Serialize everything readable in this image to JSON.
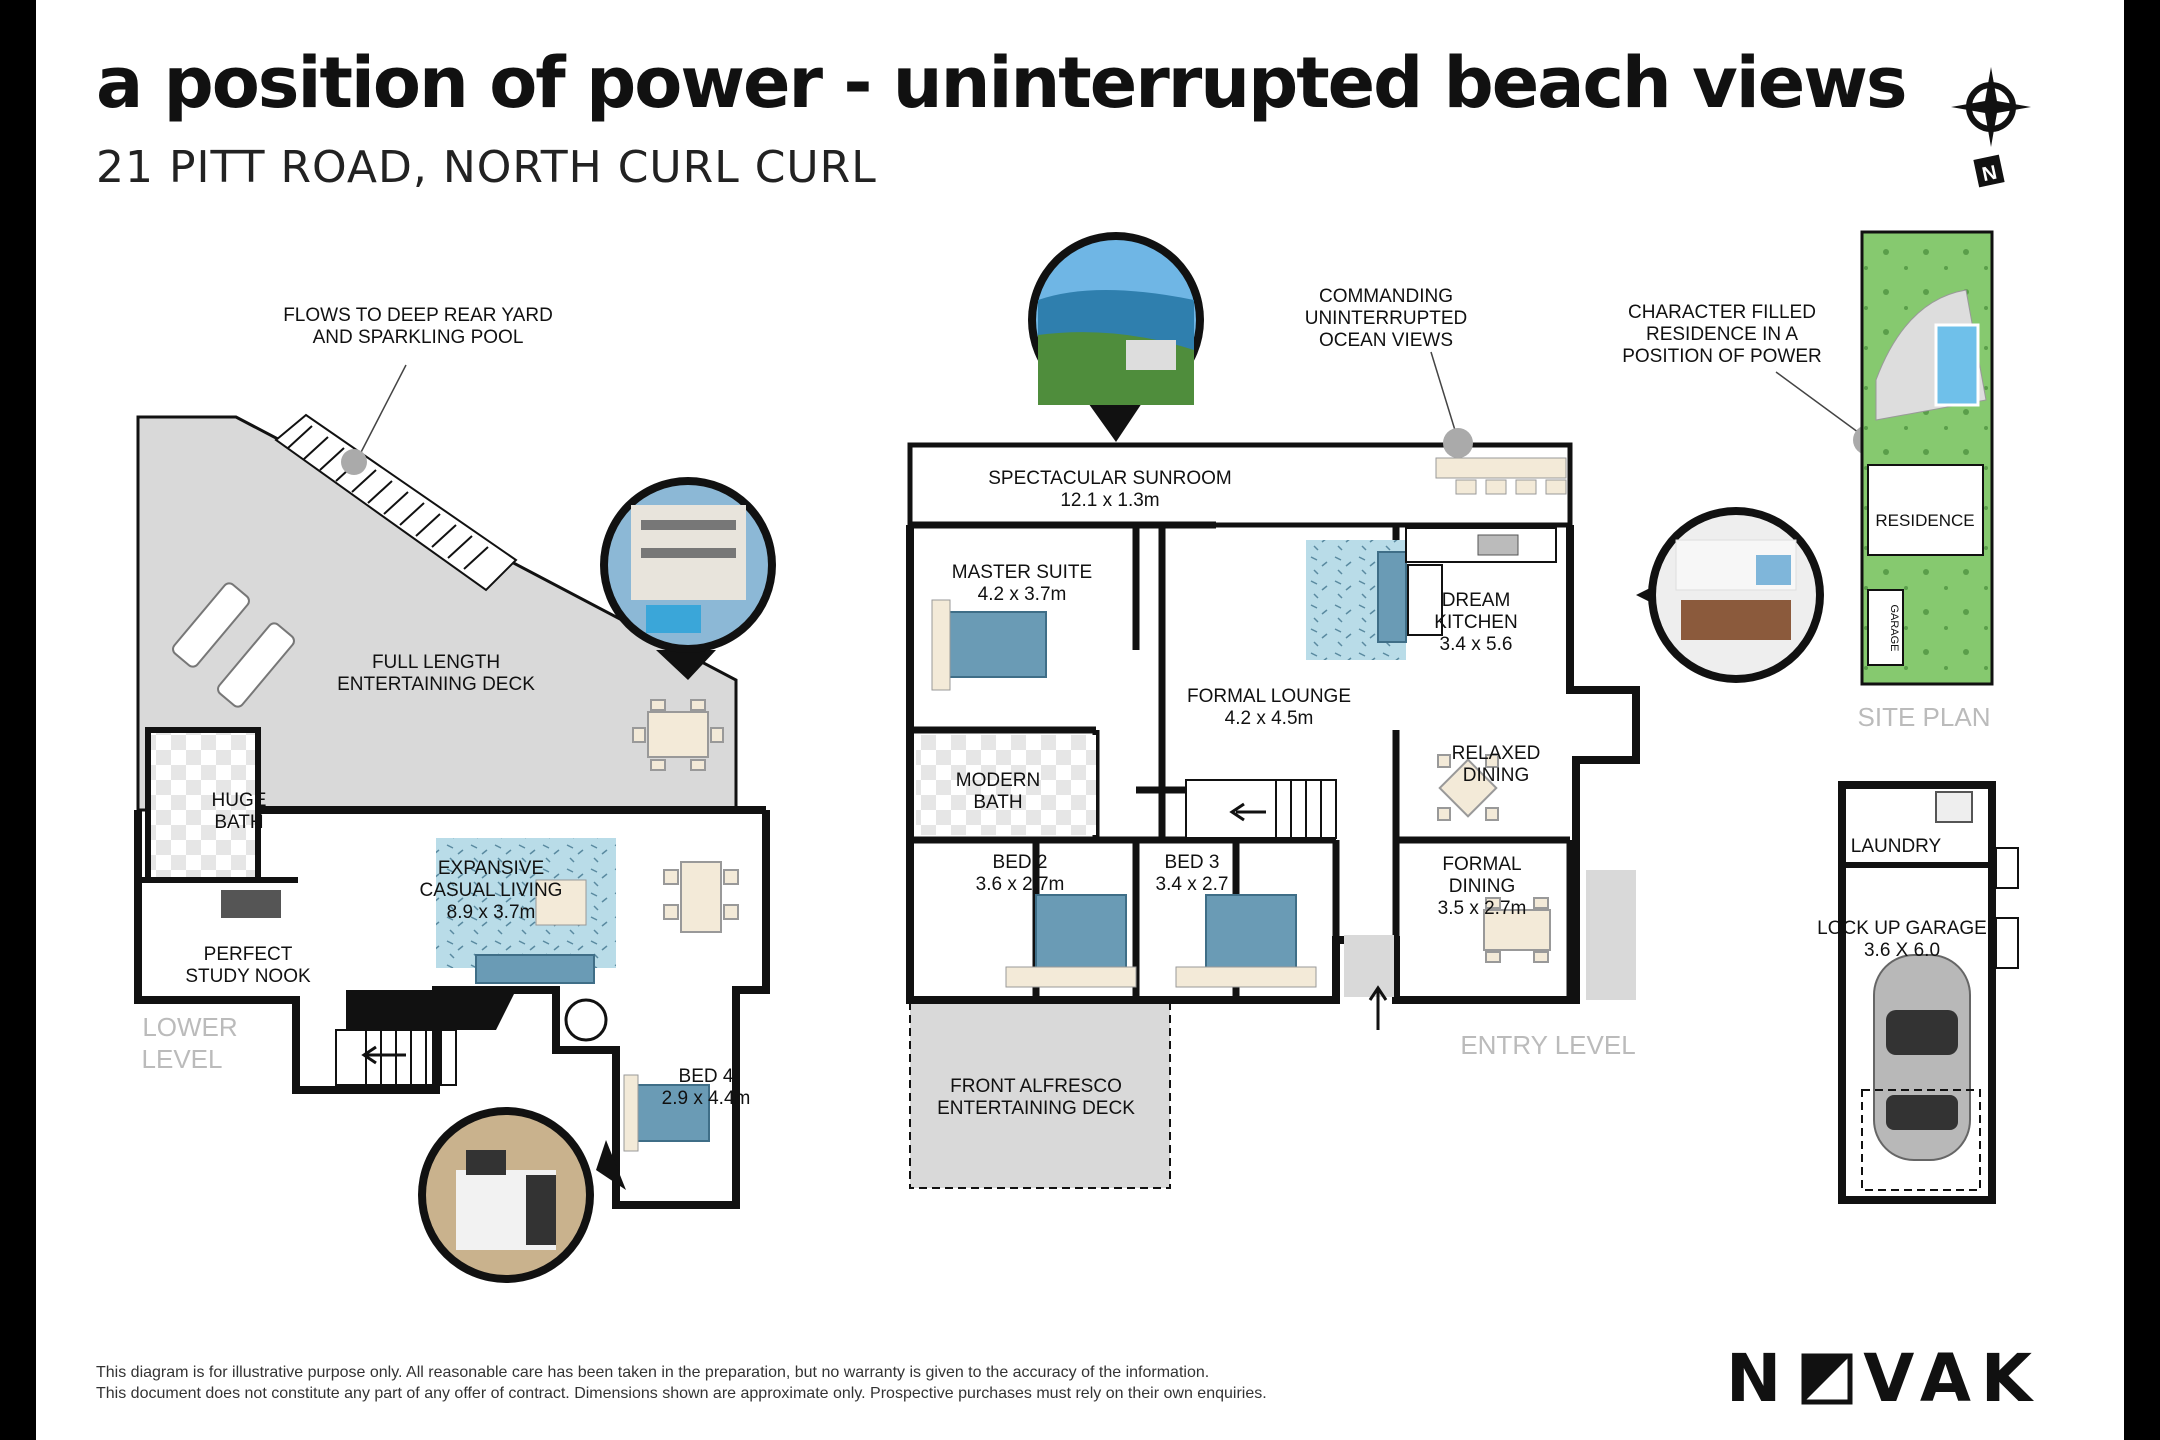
{
  "header": {
    "title": "a position of power - uninterrupted beach views",
    "address": "21 PITT ROAD, NORTH CURL CURL"
  },
  "compass": {
    "label": "N"
  },
  "callouts": {
    "rear_yard": [
      "FLOWS TO DEEP REAR YARD",
      "AND SPARKLING POOL"
    ],
    "ocean_views": [
      "COMMANDING",
      "UNINTERRUPTED",
      "OCEAN VIEWS"
    ],
    "character": [
      "CHARACTER FILLED",
      "RESIDENCE IN A",
      "POSITION OF POWER"
    ]
  },
  "lower_level": {
    "label": [
      "LOWER",
      "LEVEL"
    ],
    "rooms": {
      "deck": [
        "FULL LENGTH",
        "ENTERTAINING DECK"
      ],
      "bath": [
        "HUGE",
        "BATH"
      ],
      "living": [
        "EXPANSIVE",
        "CASUAL LIVING",
        "8.9 x 3.7m"
      ],
      "study": [
        "PERFECT",
        "STUDY NOOK"
      ],
      "bed4": [
        "BED 4",
        "2.9 x 4.4m"
      ]
    }
  },
  "entry_level": {
    "label": "ENTRY LEVEL",
    "rooms": {
      "sunroom": [
        "SPECTACULAR SUNROOM",
        "12.1 x 1.3m"
      ],
      "master": [
        "MASTER SUITE",
        "4.2  x 3.7m"
      ],
      "lounge": [
        "FORMAL LOUNGE",
        "4.2  x 4.5m"
      ],
      "kitchen": [
        "DREAM",
        "KITCHEN",
        "3.4 x 5.6"
      ],
      "relaxed": [
        "RELAXED",
        "DINING"
      ],
      "bath": [
        "MODERN",
        "BATH"
      ],
      "bed2": [
        "BED 2",
        "3.6 x 2.7m"
      ],
      "bed3": [
        "BED 3",
        "3.4 x 2.7"
      ],
      "formal_dining": [
        "FORMAL",
        "DINING",
        "3.5  x 2.7m"
      ],
      "alfresco": [
        "FRONT ALFRESCO",
        "ENTERTAINING DECK"
      ]
    }
  },
  "site_plan": {
    "label": "SITE PLAN",
    "residence": "RESIDENCE",
    "garage": "GARAGE"
  },
  "garage_plan": {
    "laundry": "LAUNDRY",
    "garage": [
      "LOCK UP GARAGE",
      "3.6 X 6.0"
    ]
  },
  "footer": {
    "disclaimer_1": "This diagram is for illustrative purpose only. All reasonable care has been taken in the preparation, but no warranty is given to the accuracy of the information.",
    "disclaimer_2": "This document does not constitute any part of any offer of contract. Dimensions shown are approximate only. Prospective purchases must rely on their own enquiries.",
    "logo_left": "N",
    "logo_right": "VAK"
  },
  "colors": {
    "wall": "#111111",
    "deck": "#d9d9d9",
    "rug": "#b9dce8",
    "bed": "#6a9bb5",
    "site_green": "#7ec46e"
  }
}
